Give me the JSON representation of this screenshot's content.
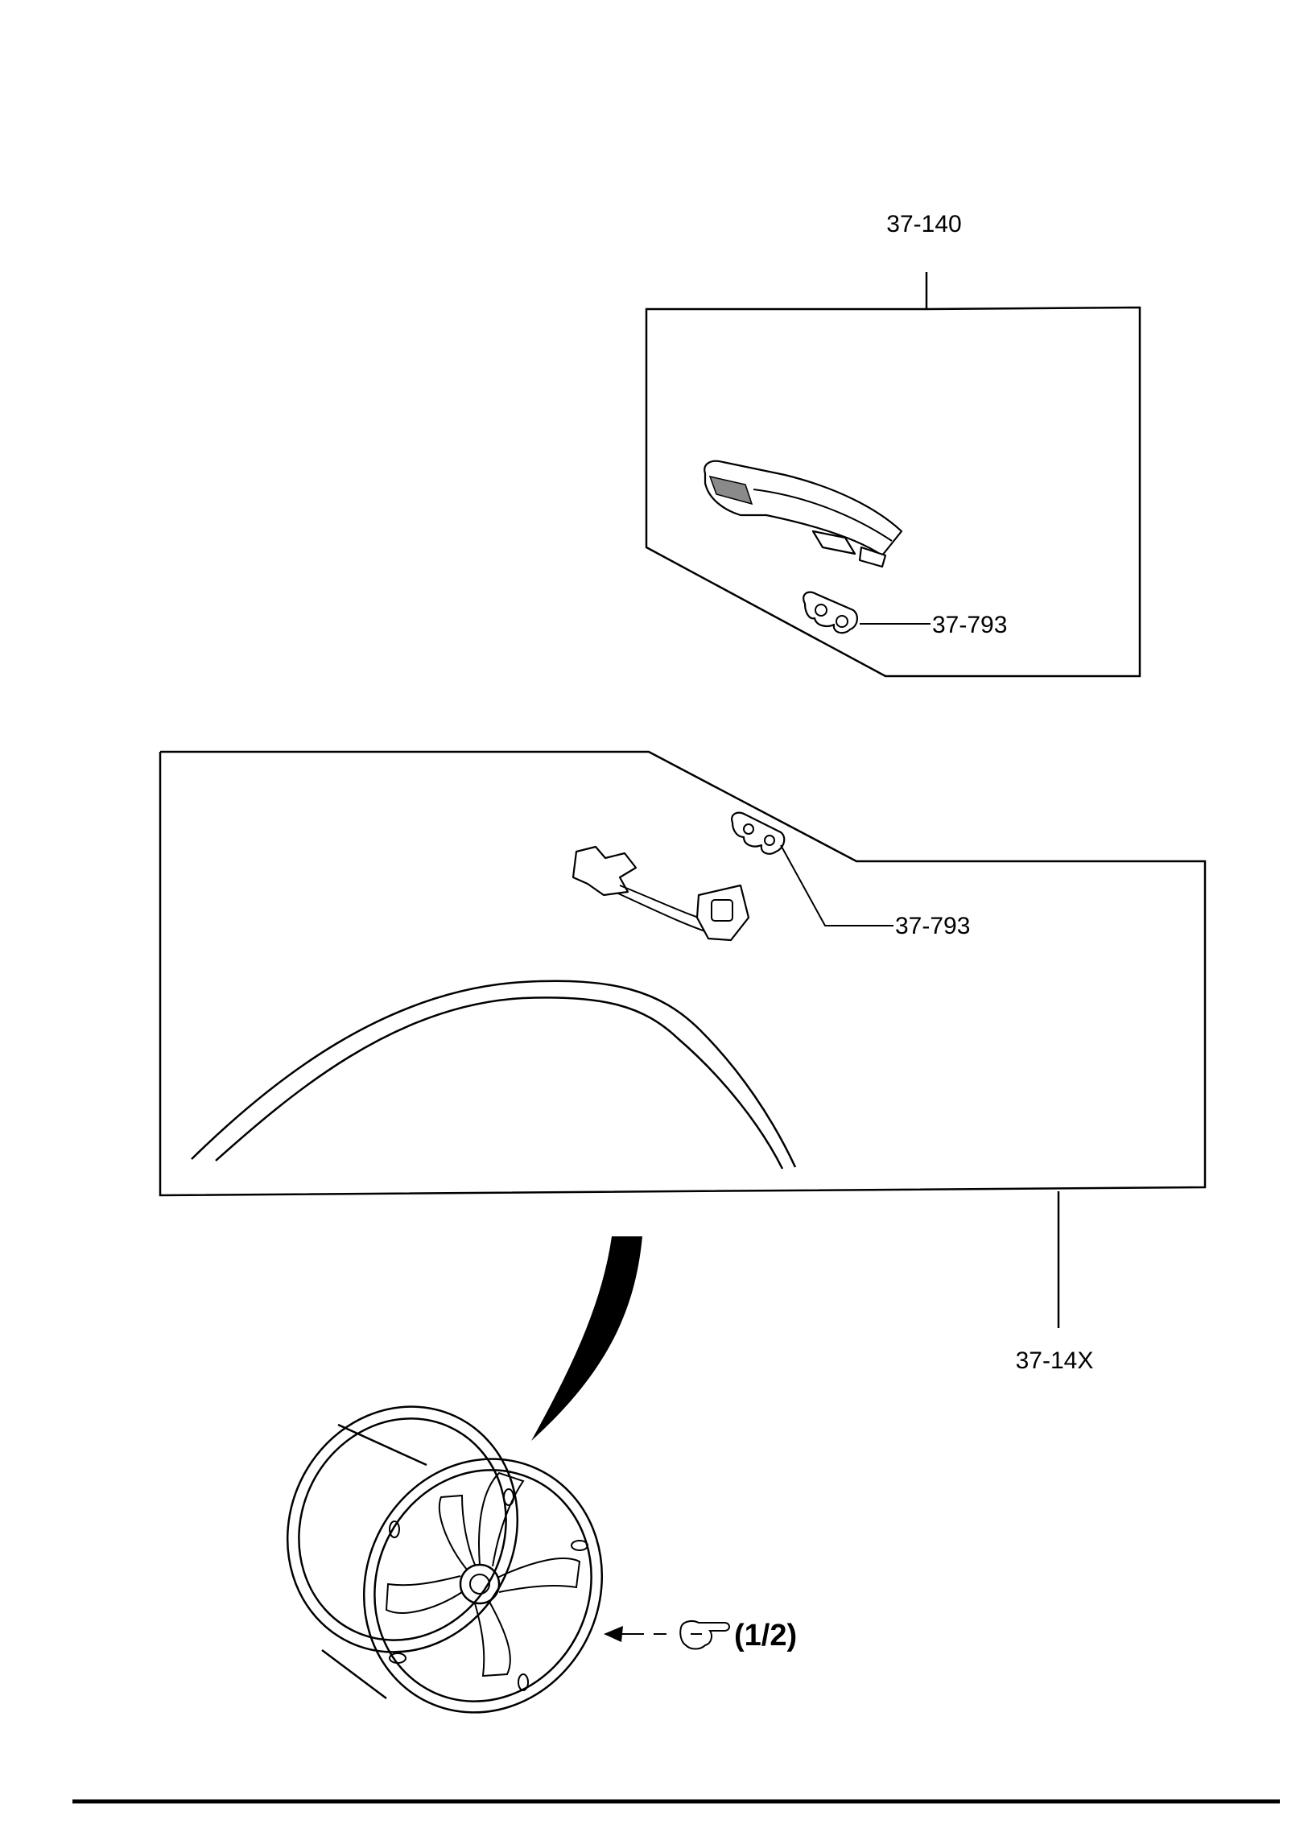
{
  "callouts": {
    "upper_assembly": "37-140",
    "upper_clip": "37-793",
    "lower_clip": "37-793",
    "lower_assembly": "37-14X"
  },
  "reference": {
    "text": "(1/2)",
    "icon": "pointing-hand-icon"
  }
}
